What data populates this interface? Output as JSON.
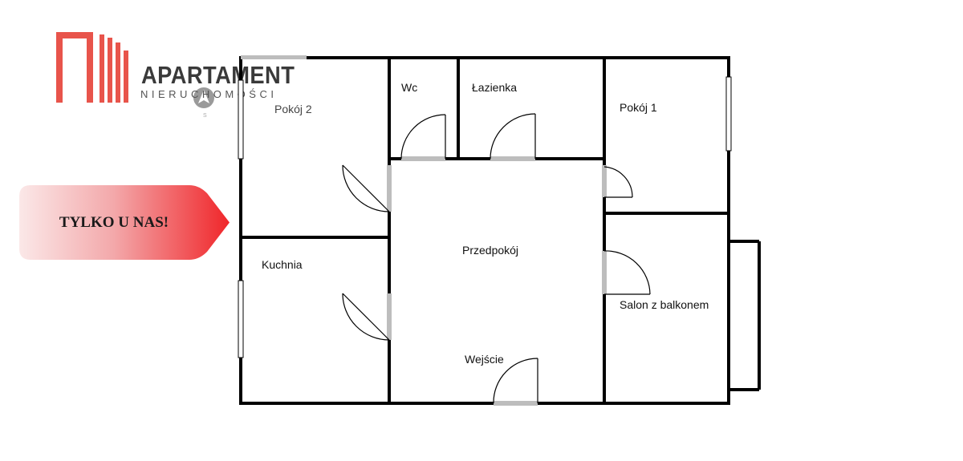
{
  "brand": {
    "name": "APARTAMENT",
    "subtitle": "NIERUCHOMOŚCI",
    "logo_color": "#e8544b",
    "icon": "compass-badge-icon"
  },
  "badge": {
    "text": "TYLKO U NAS!",
    "gradient_start": "#fbe6e6",
    "gradient_end": "#f0262a"
  },
  "floor_plan": {
    "wall_color": "#000000",
    "opening_color": "#bdbdbd",
    "rooms": [
      {
        "id": "pokoj-2",
        "label": "Pokój 2"
      },
      {
        "id": "wc",
        "label": "Wc"
      },
      {
        "id": "lazienka",
        "label": "Łazienka"
      },
      {
        "id": "pokoj-1",
        "label": "Pokój 1"
      },
      {
        "id": "kuchnia",
        "label": "Kuchnia"
      },
      {
        "id": "przedpokoj",
        "label": "Przedpokój"
      },
      {
        "id": "salon",
        "label": "Salon z balkonem"
      },
      {
        "id": "wejscie",
        "label": "Wejście"
      }
    ]
  }
}
